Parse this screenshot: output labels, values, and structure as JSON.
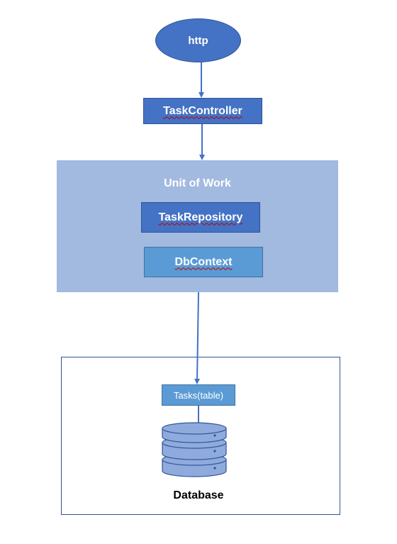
{
  "diagram": {
    "nodes": {
      "http": "http",
      "task_controller": "TaskController",
      "unit_of_work": "Unit of Work",
      "task_repository": "TaskRepository",
      "db_context": "DbContext",
      "tasks_table": "Tasks(table)",
      "database": "Database"
    },
    "edges": [
      {
        "from": "http",
        "to": "TaskController"
      },
      {
        "from": "TaskController",
        "to": "Unit of Work"
      },
      {
        "from": "Unit of Work",
        "to": "Tasks(table)"
      }
    ],
    "colors": {
      "primary_blue": "#4472c4",
      "light_blue": "#5b9bd5",
      "unit_of_work_fill": "#a2b9e0",
      "border_blue": "#2f5597",
      "spellcheck_underline": "#c00000"
    }
  }
}
